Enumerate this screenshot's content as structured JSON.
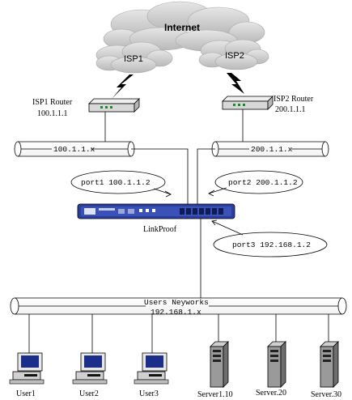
{
  "internet": {
    "label": "Internet"
  },
  "isp1": {
    "cloud_label": "ISP1",
    "router_label": "ISP1 Router",
    "router_ip": "100.1.1.1",
    "segment_label": "100.1.1.x"
  },
  "isp2": {
    "cloud_label": "ISP2",
    "router_label": "ISP2 Router",
    "router_ip": "200.1.1.1",
    "segment_label": "200.1.1.x"
  },
  "ports": {
    "port1": "port1 100.1.1.2",
    "port2": "port2 200.1.1.2",
    "port3": "port3 192.168.1.2"
  },
  "device": {
    "name": "LinkProof"
  },
  "users_network": {
    "label": "Users Neyworks",
    "subnet": "192.168.1.x"
  },
  "hosts": {
    "user1": "User1",
    "user2": "User2",
    "user3": "User3",
    "server1": "Server1.10",
    "server2": "Server.20",
    "server3": "Server.30"
  },
  "colors": {
    "cloud": "#c9c9c9",
    "device_blue": "#2a3f9c",
    "router_body": "#d8d8d8",
    "line": "#000000"
  }
}
